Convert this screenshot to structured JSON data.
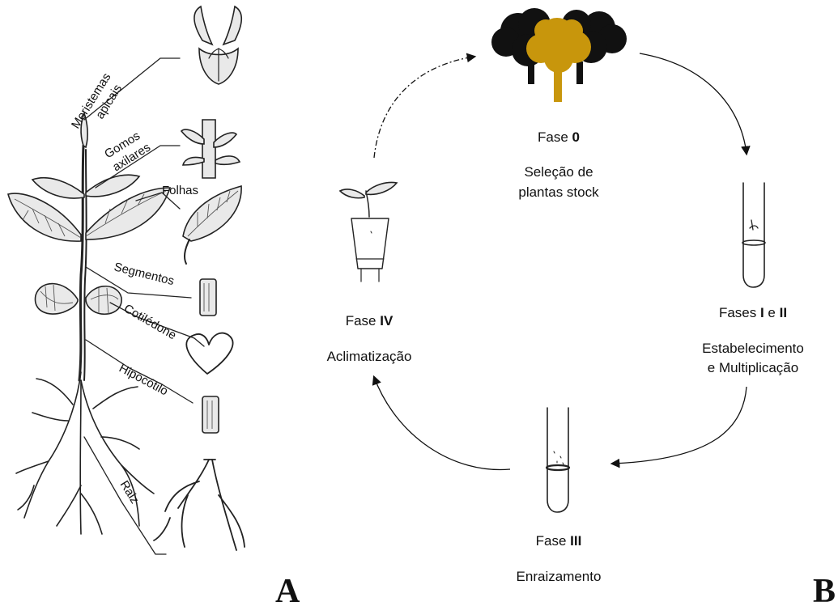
{
  "panel_a": {
    "letter": "A",
    "labels": {
      "meristemas_line1": "Meristemas",
      "meristemas_line2": "apicais",
      "gomos_line1": "Gomos",
      "gomos_line2": "axilares",
      "folhas": "Folhas",
      "segmentos": "Segmentos",
      "cotiledone": "Cotilédone",
      "hipocotilo": "Hipocótilo",
      "raiz": "Raiz"
    }
  },
  "panel_b": {
    "letter": "B",
    "phase0": {
      "title_prefix": "Fase ",
      "title_bold": "0",
      "desc_line1": "Seleção de",
      "desc_line2": "plantas stock"
    },
    "phase1_2": {
      "title_prefix": "Fases ",
      "title_bold1": "I",
      "title_mid": " e ",
      "title_bold2": "II",
      "desc_line1": "Estabelecimento",
      "desc_line2": "e Multiplicação"
    },
    "phase3": {
      "title_prefix": "Fase ",
      "title_bold": "III",
      "desc_line1": "Enraizamento"
    },
    "phase4": {
      "title_prefix": "Fase ",
      "title_bold": "IV",
      "desc_line1": "Aclimatização"
    },
    "colors": {
      "tree_front": "#c8960c",
      "tree_back": "#111111"
    }
  }
}
